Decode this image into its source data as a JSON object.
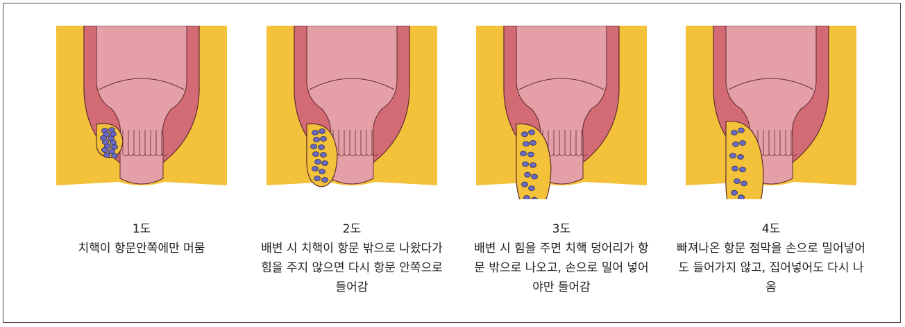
{
  "colors": {
    "fat": "#f3c13a",
    "tissue": "#e4a0a6",
    "muscle": "#d36b74",
    "muscle_dark": "#b4474f",
    "outline": "#5a2a2e",
    "varix": "#6a6ac2",
    "background": "#ffffff"
  },
  "stages": [
    {
      "label": "1도",
      "description": "치핵이 항문안쪽에만 머뭄",
      "severity": 1
    },
    {
      "label": "2도",
      "description": "배변 시 치핵이 항문 밖으로 나왔다가 힘을 주지 않으면 다시 항문 안쪽으로 들어감",
      "severity": 2
    },
    {
      "label": "3도",
      "description": "배변 시 힘을 주면 치핵 덩어리가 항문 밖으로 나오고, 손으로 밀어 넣어야만 들어감",
      "severity": 3
    },
    {
      "label": "4도",
      "description": "빠져나온 항문 점막을 손으로 밀어넣어도 들어가지 않고, 집어넣어도 다시 나옴",
      "severity": 4
    }
  ]
}
